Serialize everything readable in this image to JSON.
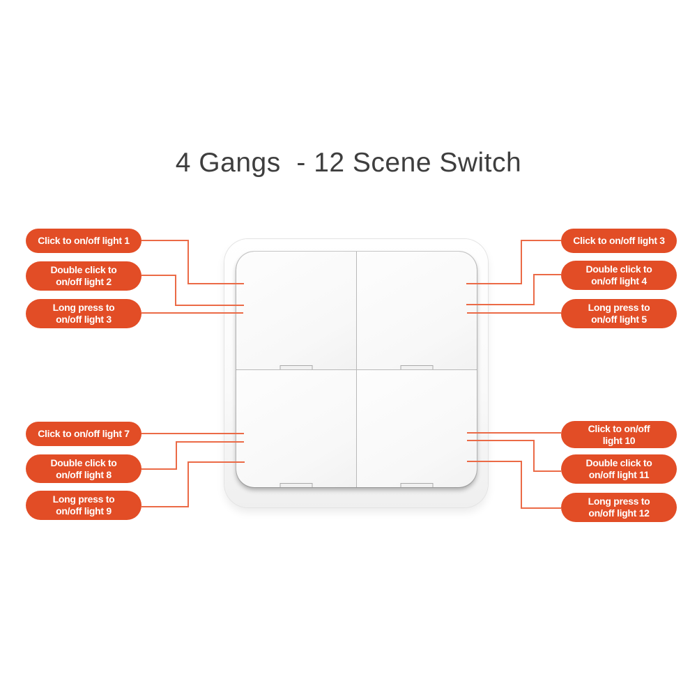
{
  "title": "4 Gangs  - 12 Scene Switch",
  "colors": {
    "pill_background": "#e24d26",
    "pill_text": "#ffffff",
    "connector_line": "#eb6a46",
    "title_text": "#3e3e3e",
    "device_body": "#ffffff"
  },
  "callouts": {
    "left_top": [
      "Click to on/off light 1",
      "Double click to\non/off light 2",
      "Long press to\non/off light 3"
    ],
    "right_top": [
      "Click to on/off light 3",
      "Double click to\non/off light 4",
      "Long press to\non/off light 5"
    ],
    "left_bottom": [
      "Click to on/off light 7",
      "Double click to\non/off light 8",
      "Long press to\non/off light 9"
    ],
    "right_bottom": [
      "Click to on/off\nlight 10",
      "Double click to\non/off light 11",
      "Long press to\non/off light 12"
    ]
  },
  "switch": {
    "gangs": 4,
    "buttons": [
      "top-left",
      "top-right",
      "bottom-left",
      "bottom-right"
    ]
  }
}
